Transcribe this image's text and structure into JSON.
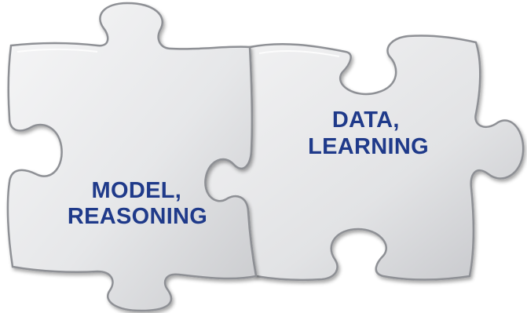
{
  "colors": {
    "background": "#ffffff",
    "piece_fill_light": "#f1f1f2",
    "piece_fill_dark": "#d2d3d6",
    "piece_edge": "#8e9095",
    "label_color": "#1f3a8a"
  },
  "pieces": [
    {
      "name": "left-piece",
      "label_lines": [
        "MODEL,",
        "REASONING"
      ]
    },
    {
      "name": "right-piece",
      "label_lines": [
        "DATA,",
        "LEARNING"
      ]
    }
  ]
}
